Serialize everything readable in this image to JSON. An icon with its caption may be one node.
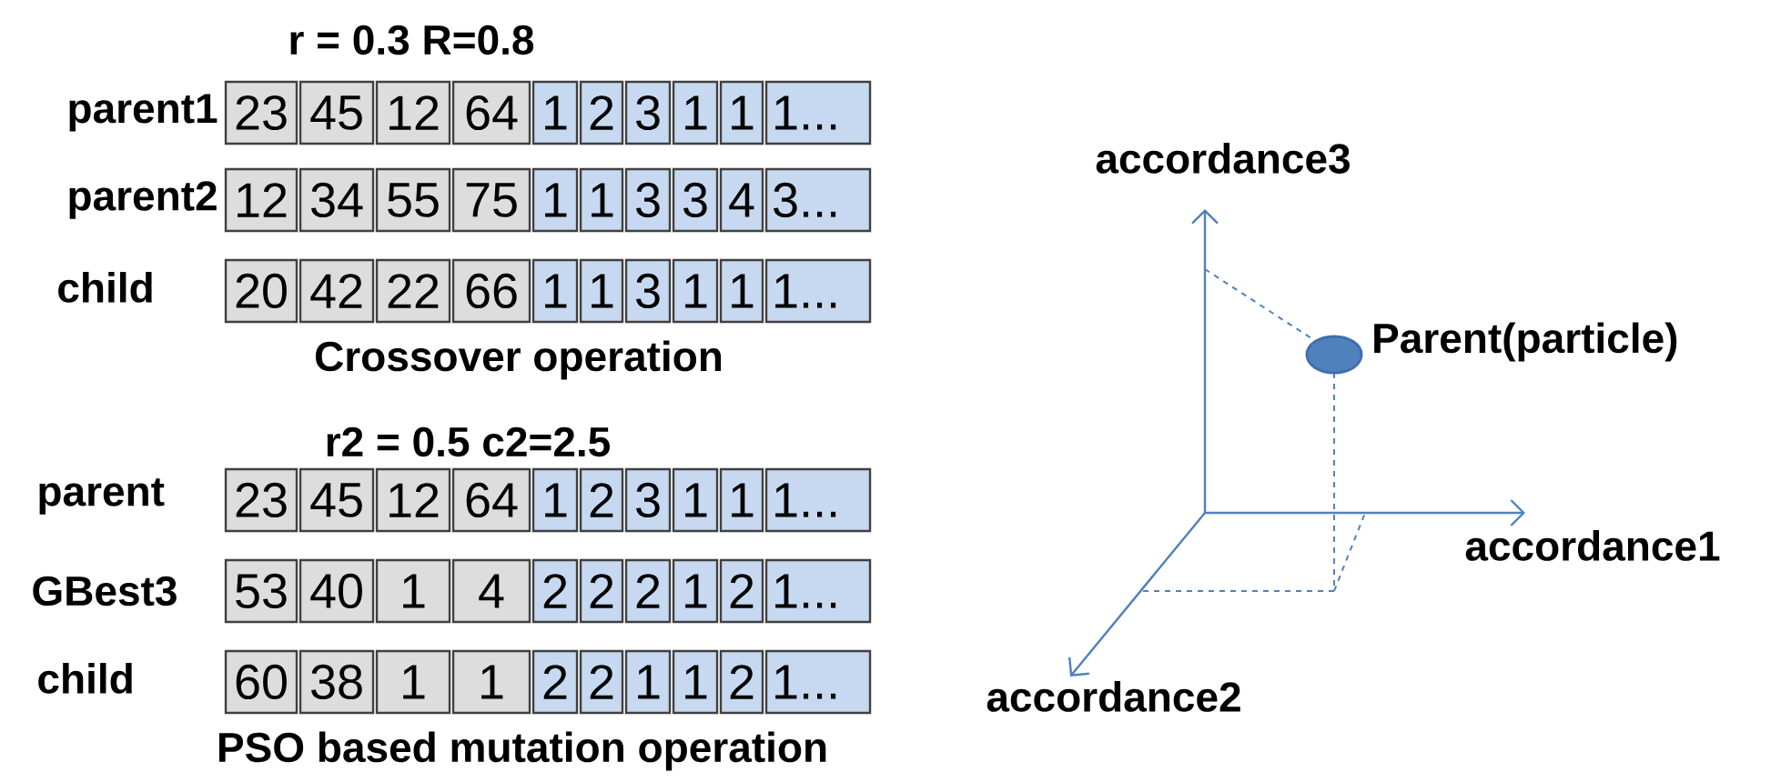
{
  "diagram": {
    "nodes": [
      {
        "text": [
          "23"
        ]
      },
      {
        "text": [
          "45"
        ]
      },
      {
        "text": [
          "12"
        ]
      },
      {
        "text": [
          "64"
        ]
      },
      {
        "text": [
          "1"
        ]
      },
      {
        "text": [
          "2"
        ]
      },
      {
        "text": [
          "3"
        ]
      },
      {
        "text": [
          "1"
        ]
      },
      {
        "text": [
          "1"
        ]
      },
      {
        "text": [
          "1..."
        ]
      },
      {
        "text": [
          "12"
        ]
      },
      {
        "text": [
          "34"
        ]
      },
      {
        "text": [
          "55"
        ]
      },
      {
        "text": [
          "75"
        ]
      },
      {
        "text": [
          "1"
        ]
      },
      {
        "text": [
          "1"
        ]
      },
      {
        "text": [
          "3"
        ]
      },
      {
        "text": [
          "3"
        ]
      },
      {
        "text": [
          "4"
        ]
      },
      {
        "text": [
          "3..."
        ]
      },
      {
        "text": [
          "20"
        ]
      },
      {
        "text": [
          "42"
        ]
      },
      {
        "text": [
          "22"
        ]
      },
      {
        "text": [
          "66"
        ]
      },
      {
        "text": [
          "1"
        ]
      },
      {
        "text": [
          "1"
        ]
      },
      {
        "text": [
          "3"
        ]
      },
      {
        "text": [
          "1"
        ]
      },
      {
        "text": [
          "1"
        ]
      },
      {
        "text": [
          "1..."
        ]
      },
      {
        "text": [
          "23"
        ]
      },
      {
        "text": [
          "45"
        ]
      },
      {
        "text": [
          "12"
        ]
      },
      {
        "text": [
          "64"
        ]
      },
      {
        "text": [
          "1"
        ]
      },
      {
        "text": [
          "2"
        ]
      },
      {
        "text": [
          "3"
        ]
      },
      {
        "text": [
          "1"
        ]
      },
      {
        "text": [
          "1"
        ]
      },
      {
        "text": [
          "1..."
        ]
      },
      {
        "text": [
          "53"
        ]
      },
      {
        "text": [
          "40"
        ]
      },
      {
        "text": [
          "1"
        ]
      },
      {
        "text": [
          "4"
        ]
      },
      {
        "text": [
          "2"
        ]
      },
      {
        "text": [
          "2"
        ]
      },
      {
        "text": [
          "2"
        ]
      },
      {
        "text": [
          "1"
        ]
      },
      {
        "text": [
          "2"
        ]
      },
      {
        "text": [
          "1..."
        ]
      },
      {
        "text": [
          "60"
        ]
      },
      {
        "text": [
          "38"
        ]
      },
      {
        "text": [
          "1"
        ]
      },
      {
        "text": [
          "1"
        ]
      },
      {
        "text": [
          "2"
        ]
      },
      {
        "text": [
          "2"
        ]
      },
      {
        "text": [
          "1"
        ]
      },
      {
        "text": [
          "1"
        ]
      },
      {
        "text": [
          "2"
        ]
      },
      {
        "text": [
          "1..."
        ]
      },
      {
        "text": [],
        "shape": "circle",
        "beside": [
          "Parent(particle)"
        ]
      }
    ],
    "labels": [
      "r = 0.3  R=0.8",
      "parent1",
      "parent2",
      "child",
      "Crossover operation",
      "r2 = 0.5  c2=2.5",
      "parent",
      "GBest3",
      "child",
      "PSO based mutation operation",
      "accordance3",
      "accordance1",
      "accordance2"
    ]
  }
}
